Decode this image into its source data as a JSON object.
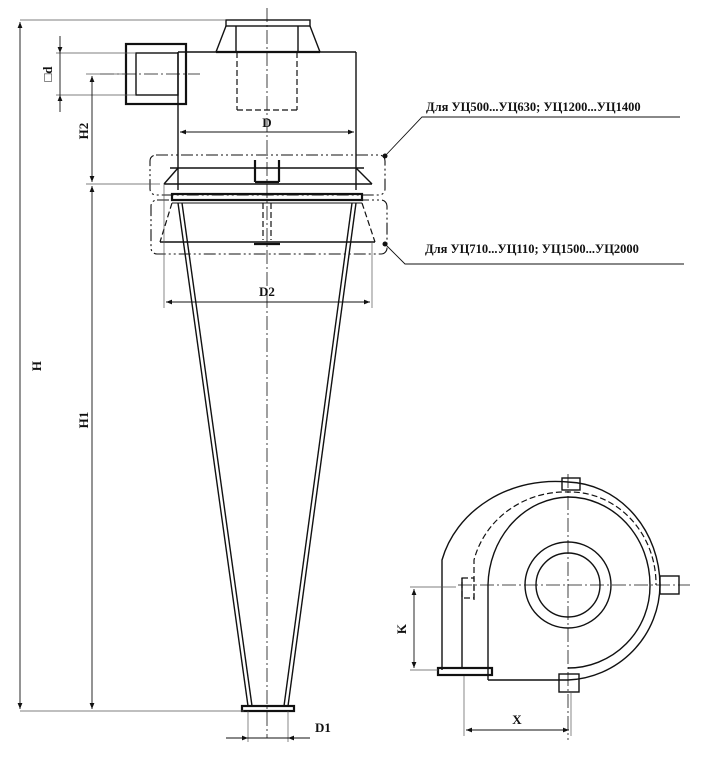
{
  "labels": {
    "H": "H",
    "H1": "H1",
    "H2": "H2",
    "d": "□d",
    "D": "D",
    "D1": "D1",
    "D2": "D2",
    "K": "K",
    "X": "X"
  },
  "callouts": {
    "upper": "Для УЦ500...УЦ630; УЦ1200...УЦ1400",
    "lower": "Для УЦ710...УЦ110; УЦ1500...УЦ2000"
  }
}
